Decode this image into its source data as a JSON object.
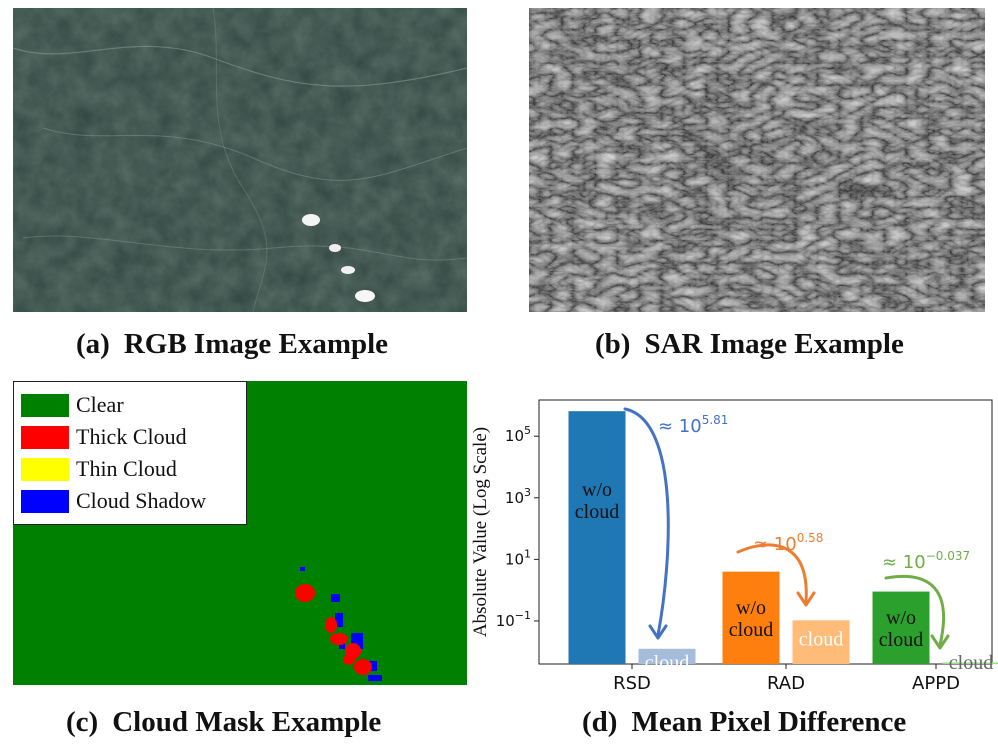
{
  "panels": {
    "a": {
      "tag": "(a)",
      "title": "RGB Image Example"
    },
    "b": {
      "tag": "(b)",
      "title": "SAR Image Example"
    },
    "c": {
      "tag": "(c)",
      "title": "Cloud Mask Example"
    },
    "d": {
      "tag": "(d)",
      "title": "Mean Pixel Difference"
    }
  },
  "legend": [
    {
      "label": "Clear",
      "color": "#008000"
    },
    {
      "label": "Thick Cloud",
      "color": "#ff0000"
    },
    {
      "label": "Thin Cloud",
      "color": "#ffff00"
    },
    {
      "label": "Cloud Shadow",
      "color": "#0000ff"
    }
  ],
  "chart_data": {
    "type": "bar",
    "ylabel": "Absolute Value (Log Scale)",
    "yscale": "log",
    "ylim": [
      0.004,
      1500000
    ],
    "ytick_labels": [
      "10^5",
      "10^3",
      "10^1",
      "10^-1"
    ],
    "ytick_values": [
      100000,
      1000,
      10,
      0.1
    ],
    "categories": [
      "RSD",
      "RAD",
      "APPD"
    ],
    "series": [
      {
        "name": "w/o cloud",
        "label": "w/o\ncloud",
        "colors": [
          "#1f77b4",
          "#ff7f0e",
          "#2ca02c"
        ],
        "values": [
          650000,
          4,
          0.9
        ]
      },
      {
        "name": "cloud",
        "label": "cloud",
        "colors": [
          "#a5bcdb",
          "#ffbb78",
          "#98df8a"
        ],
        "values": [
          0.0125,
          0.105,
          0.0045
        ]
      }
    ],
    "annotations": [
      {
        "category": "RSD",
        "base": "10",
        "exp": "5.81",
        "prefix": "≈ ",
        "color": "#4472c4"
      },
      {
        "category": "RAD",
        "base": "10",
        "exp": "0.58",
        "prefix": "≈ ",
        "color": "#ed7d31"
      },
      {
        "category": "APPD",
        "base": "10",
        "exp": "−0.037",
        "prefix": "≈ ",
        "color": "#70ad47"
      }
    ]
  }
}
